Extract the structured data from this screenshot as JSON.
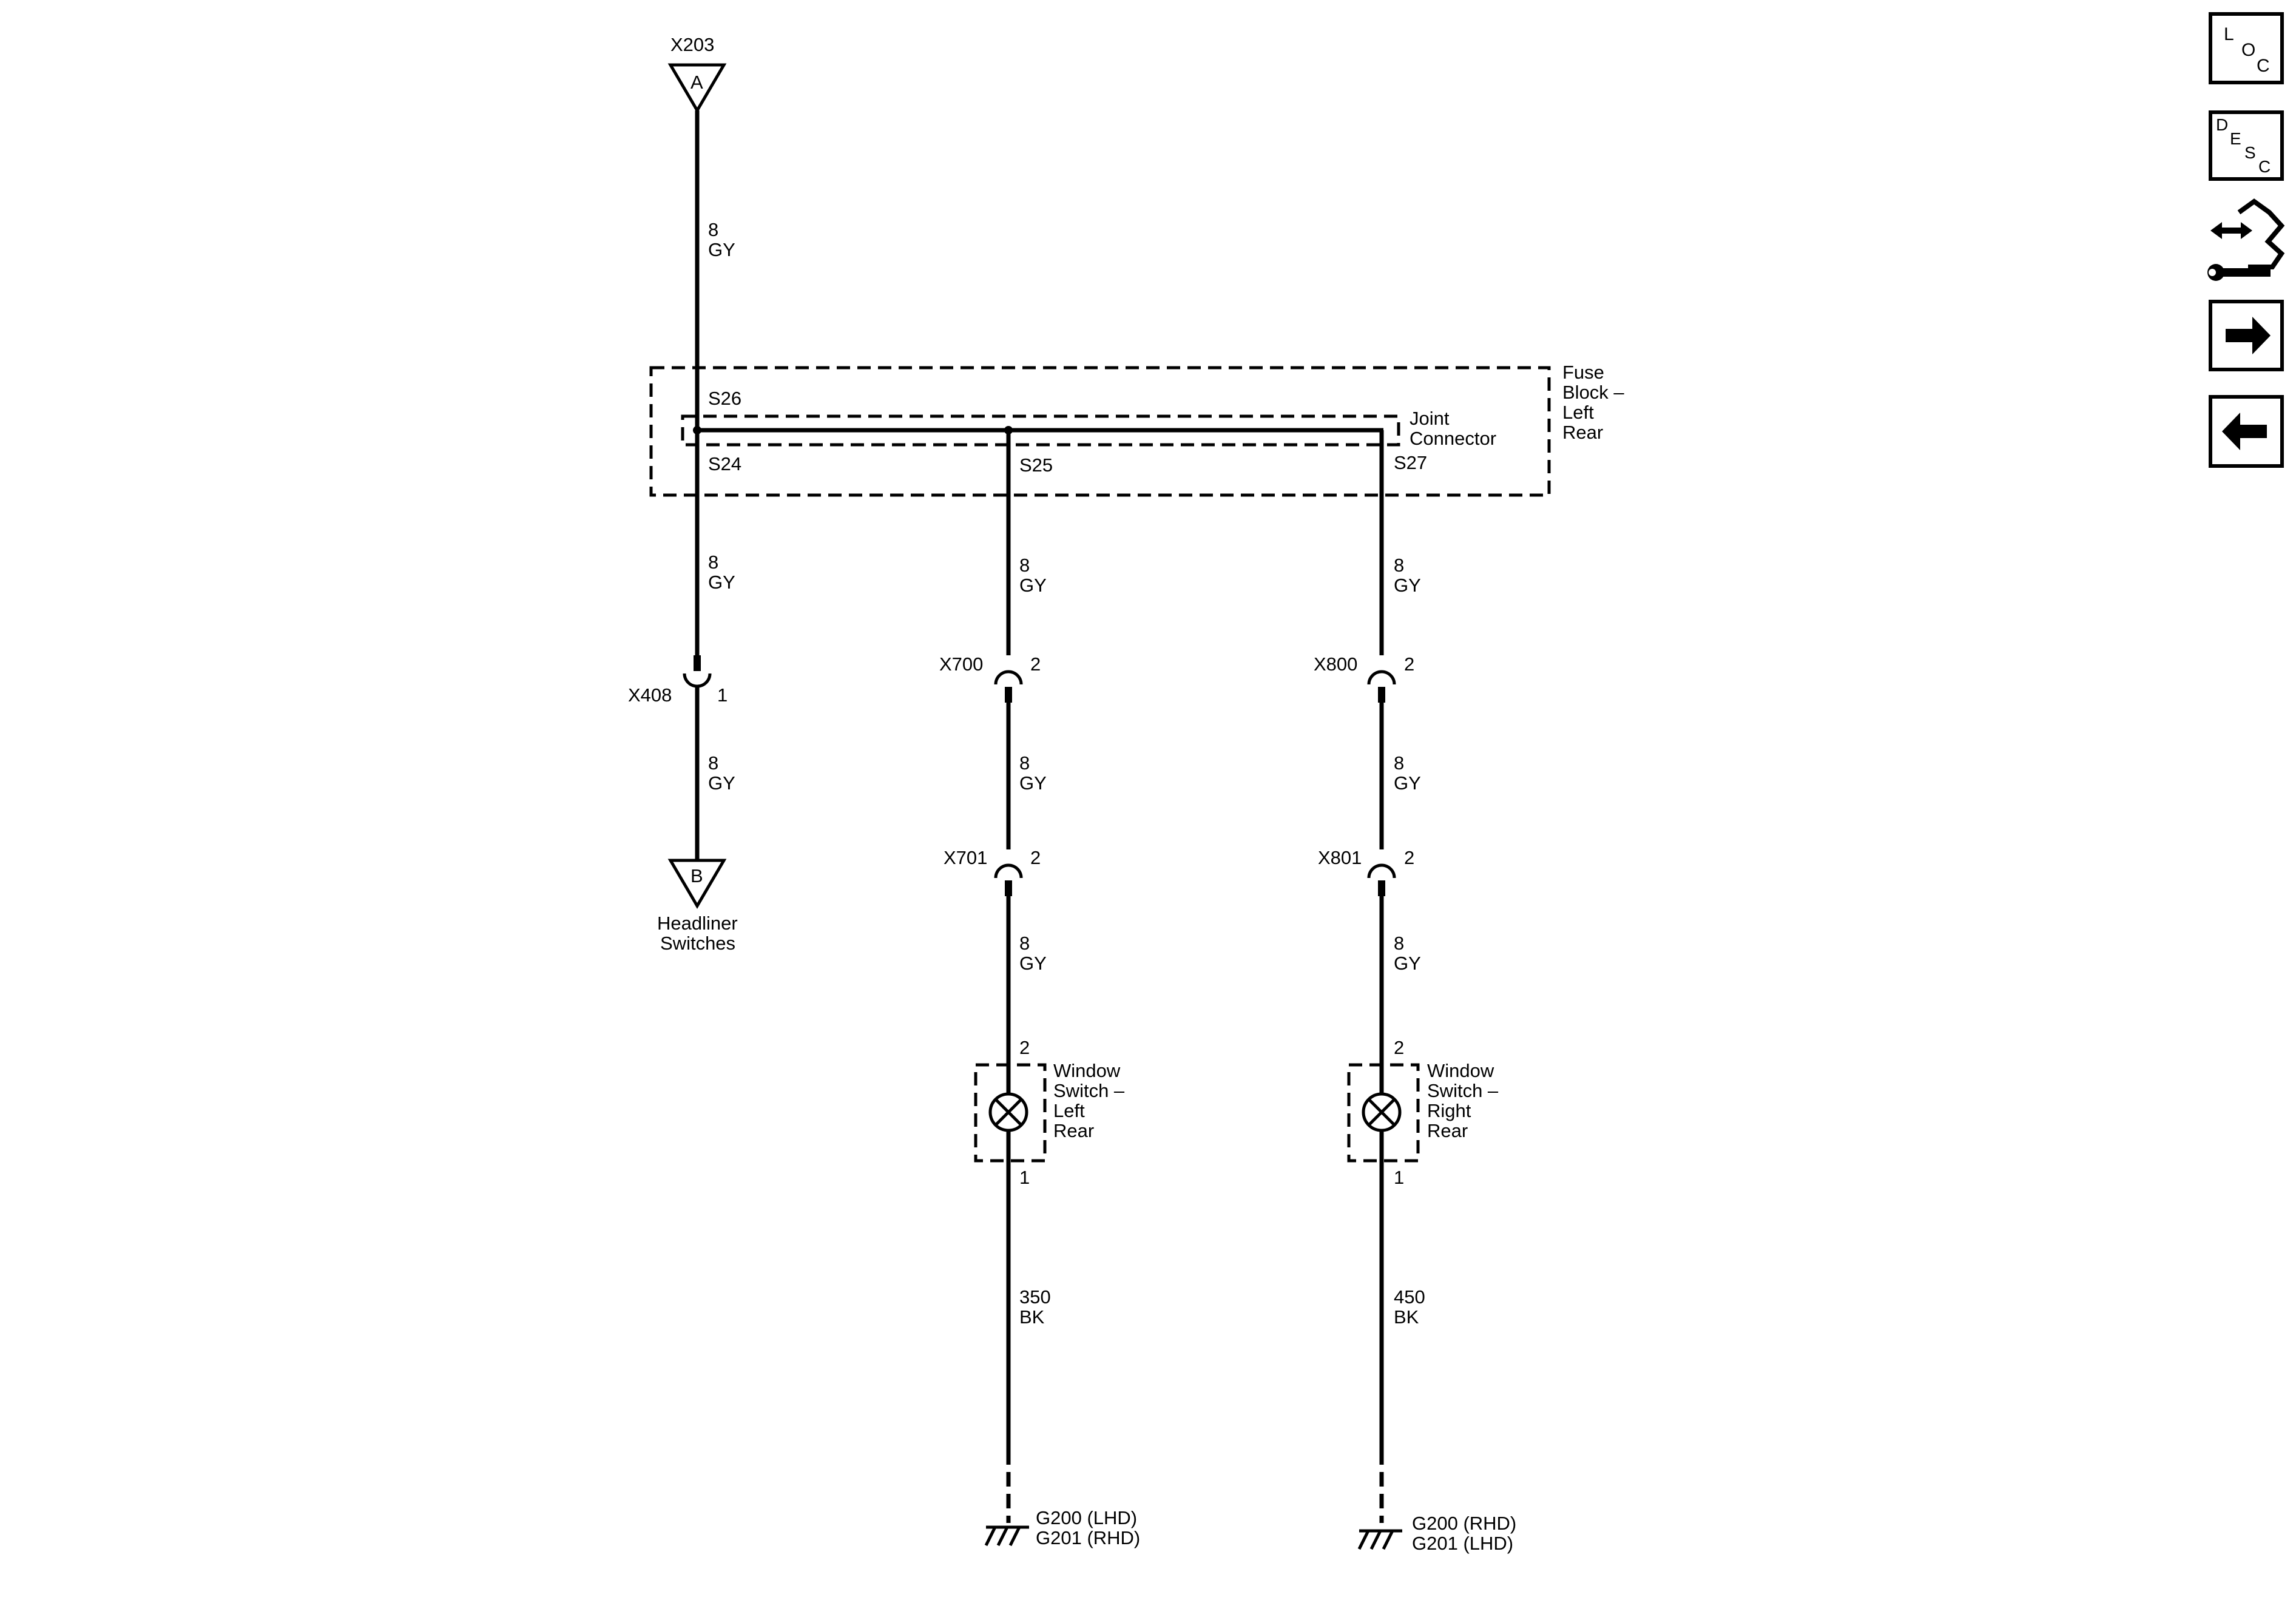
{
  "connectors": {
    "x203": {
      "id": "X203",
      "pin": "A"
    },
    "x408": {
      "id": "X408",
      "pin": "1"
    },
    "headliner": {
      "pin": "B",
      "line1": "Headliner",
      "line2": "Switches"
    },
    "x700": {
      "id": "X700",
      "pin": "2"
    },
    "x701": {
      "id": "X701",
      "pin": "2"
    },
    "x800": {
      "id": "X800",
      "pin": "2"
    },
    "x801": {
      "id": "X801",
      "pin": "2"
    }
  },
  "fuse_block": {
    "line1": "Fuse",
    "line2": "Block –",
    "line3": "Left",
    "line4": "Rear"
  },
  "joint_connector": {
    "line1": "Joint",
    "line2": "Connector"
  },
  "splices": {
    "s26": "S26",
    "s24": "S24",
    "s25": "S25",
    "s27": "S27"
  },
  "wires": {
    "size8": "8",
    "color_gy": "GY",
    "left_ground_size": "350",
    "right_ground_size": "450",
    "color_bk": "BK"
  },
  "switch_left": {
    "line1": "Window",
    "line2": "Switch –",
    "line3": "Left",
    "line4": "Rear",
    "pin_top": "2",
    "pin_bottom": "1"
  },
  "switch_right": {
    "line1": "Window",
    "line2": "Switch –",
    "line3": "Right",
    "line4": "Rear",
    "pin_top": "2",
    "pin_bottom": "1"
  },
  "ground_left": {
    "line1": "G200 (LHD)",
    "line2": "G201 (RHD)"
  },
  "ground_right": {
    "line1": "G200 (RHD)",
    "line2": "G201 (LHD)"
  },
  "nav": {
    "loc": {
      "l": "L",
      "o": "O",
      "c": "C"
    },
    "desc": {
      "d": "D",
      "e": "E",
      "s": "S",
      "c": "C"
    }
  }
}
